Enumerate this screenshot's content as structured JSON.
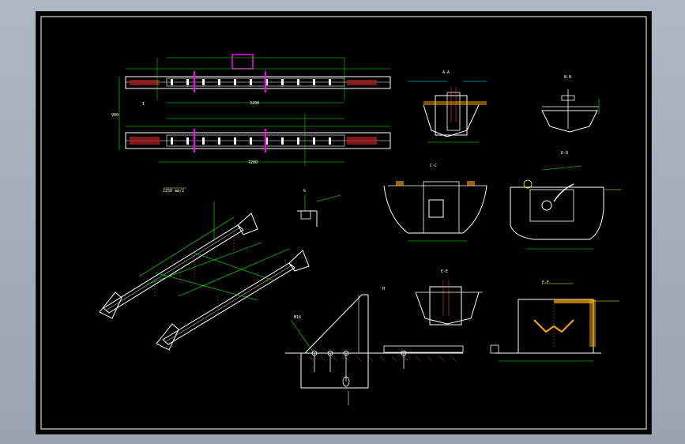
{
  "drawing": {
    "labels": {
      "grid_size": "2250 mm/2",
      "section_a": "A-A",
      "section_b": "B-B",
      "section_c": "C-C",
      "section_d": "D-D",
      "section_e": "E-E",
      "section_f": "F-F",
      "view_g": "G",
      "view_h": "H",
      "view_i": "I",
      "dim_left": "900",
      "dim_total": "7200",
      "dim_mid": "3200",
      "bolt": "M16"
    },
    "colors": {
      "background": "#000000",
      "frame": "#ffffff",
      "steel": "#ffffff",
      "dimension": "#00ff00",
      "pipe": "#ff00ff",
      "hatch": "#ff3333",
      "concrete": "#00cc66",
      "text_yellow": "#ffff00",
      "text_cyan": "#00ffff",
      "accent_orange": "#ffaa00"
    }
  }
}
